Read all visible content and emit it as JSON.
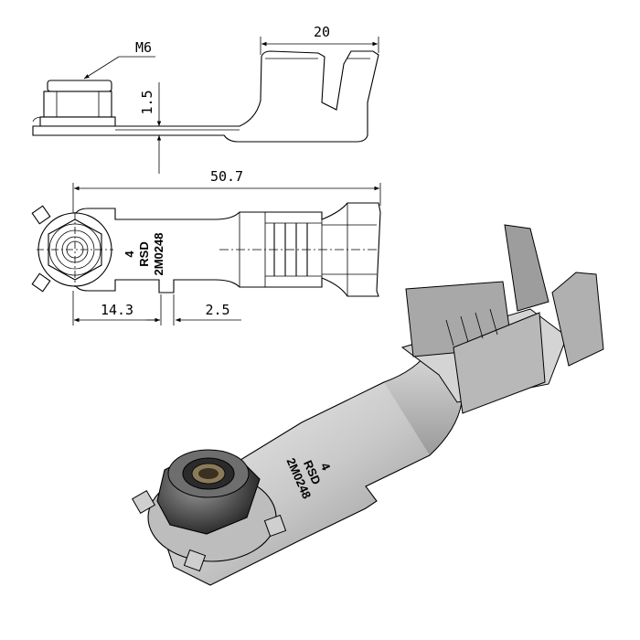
{
  "drawing": {
    "thread_callout": "M6",
    "dim_thickness": "1.5",
    "dim_barrel_length": "20",
    "dim_overall_length": "50.7",
    "dim_hole_to_tab": "14.3",
    "dim_tab_width": "2.5",
    "marking_line1": "4",
    "marking_line2": "RSD",
    "marking_line3": "2M0248"
  },
  "iso_view": {
    "marking_line1": "4",
    "marking_line2": "RSD",
    "marking_line3": "2M0248"
  }
}
